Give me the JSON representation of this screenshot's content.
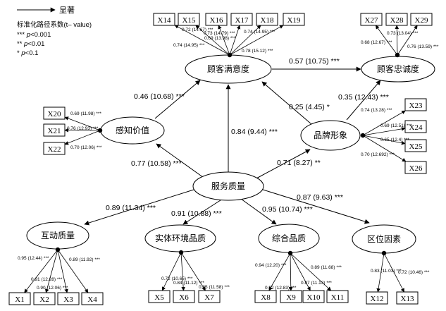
{
  "legend": {
    "title": "显著",
    "coef_note": "标准化路径系数(t– value)",
    "sig_lines": [
      {
        "stars": "***",
        "p": "p",
        "rest": "<0.001"
      },
      {
        "stars": "**",
        "p": "p",
        "rest": "<0.01"
      },
      {
        "stars": "*",
        "p": "p",
        "rest": "<0.1"
      }
    ]
  },
  "latent": {
    "satisfaction": "顾客满意度",
    "loyalty": "顾客忠诚度",
    "perceived_value": "感知价值",
    "brand_image": "品牌形象",
    "service_quality": "服务质量",
    "interaction_quality": "互动质量",
    "physical_env_quality": "实体环境品质",
    "outcome_quality": "综合品质",
    "location_factor": "区位因素"
  },
  "paths": {
    "sat_to_loy": "0.57 (10.75) ***",
    "pv_to_sat": "0.46 (10.68) ***",
    "bi_to_loy": "0.35 (12.43) ***",
    "bi_to_sat": "0.25 (4.45) *",
    "sq_to_sat": "0.84 (9.44) ***",
    "sq_to_pv": "0.77 (10.58) ***",
    "sq_to_bi": "0.71 (8.27) **",
    "sq_to_iq": "0.89 (11.34) ***",
    "sq_to_pe": "0.91 (10.88) ***",
    "sq_to_oq": "0.95 (10.74) ***",
    "sq_to_lf": "0.87 (9.63) ***"
  },
  "indicators": {
    "sat": [
      "X14",
      "X15",
      "X16",
      "X17",
      "X18",
      "X19"
    ],
    "loy": [
      "X27",
      "X28",
      "X29"
    ],
    "pv": [
      "X20",
      "X21",
      "X22"
    ],
    "bi": [
      "X23",
      "X24",
      "X25",
      "X26"
    ],
    "iq": [
      "X1",
      "X2",
      "X3",
      "X4"
    ],
    "pe": [
      "X5",
      "X6",
      "X7"
    ],
    "oq": [
      "X8",
      "X9",
      "X10",
      "X11"
    ],
    "lf": [
      "X12",
      "X13"
    ]
  },
  "loadings": {
    "sat": [
      "0.72 (14.67) ***",
      "0.73 (14.79) ***",
      "0.69 (13.98) ***",
      "0.74 (14.95) ***",
      "0.74 (14.95) ***",
      "0.78 (15.12) ***"
    ],
    "loy": [
      "0.73 (13.04) ***",
      "0.68 (12.67) ***",
      "0.76 (13.59) ***"
    ],
    "pv": [
      "0.69 (11.98) ***",
      "0.76 (12.93) ***",
      "0.70 (12.06) ***"
    ],
    "bi": [
      "0.74 (13.28) ***",
      "0.69 (12.51) ***",
      "0.65 (12.4) ***",
      "0.70 (12.692) ***"
    ],
    "iq": [
      "0.95 (12.44) ***",
      "0.91 (12.28) ***",
      "0.90 (12.06) ***",
      "0.89 (11.92) ***"
    ],
    "pe": [
      "0.72 (10.65) ***",
      "0.84 (11.12) ***",
      "0.85 (11.58) ***"
    ],
    "oq": [
      "0.94 (12.20) ***",
      "0.92 (12.83) ***",
      "0.87 (11.13) ***",
      "0.89 (11.68) ***"
    ],
    "lf": [
      "0.83 (11.03) ***",
      "0.72 (10.46) ***"
    ]
  }
}
